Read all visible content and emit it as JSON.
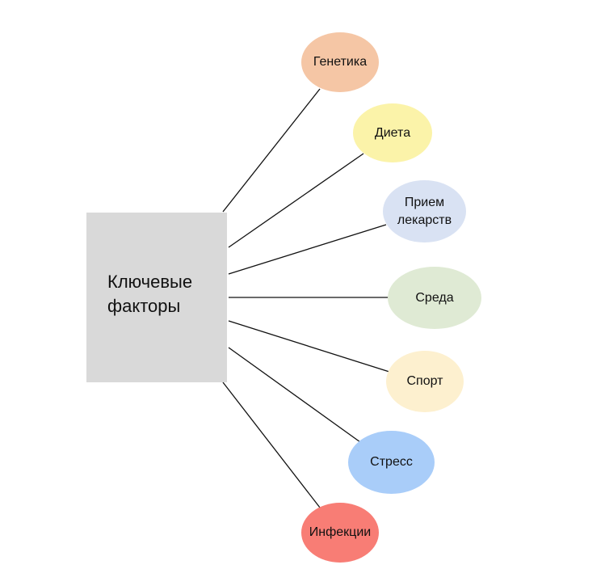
{
  "center": {
    "label": "Ключевые\nфакторы",
    "color": "#d9d9d9"
  },
  "line_color": "#111111",
  "factors": [
    {
      "label": "Генетика",
      "color": "#f5c6a5"
    },
    {
      "label": "Диета",
      "color": "#fbf3a9"
    },
    {
      "label": "Прием лекарств",
      "color": "#d9e2f3"
    },
    {
      "label": "Среда",
      "color": "#dfead4"
    },
    {
      "label": "Спорт",
      "color": "#fdf0cf"
    },
    {
      "label": "Стресс",
      "color": "#a9cdf9"
    },
    {
      "label": "Инфекции",
      "color": "#f87d75"
    }
  ]
}
